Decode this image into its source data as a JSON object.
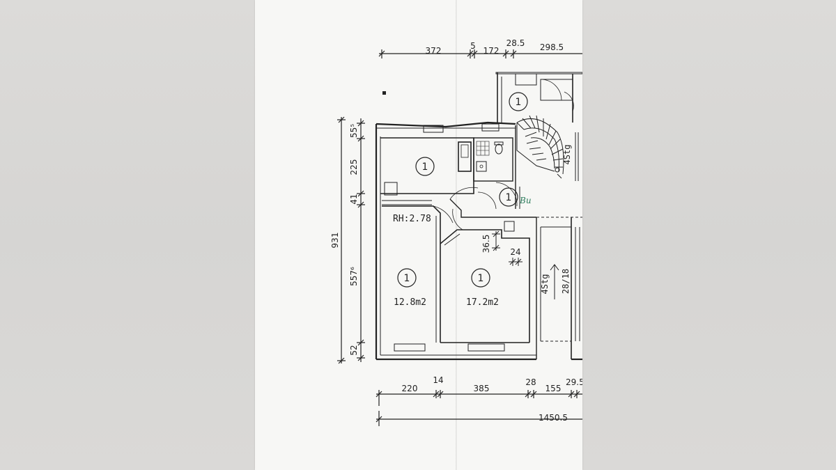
{
  "dimensions": {
    "top": [
      "372",
      "5",
      "172",
      "28.5",
      "298.5"
    ],
    "bottom": [
      "220",
      "14",
      "385",
      "28",
      "155",
      "29.5"
    ],
    "total_width": "1450.5",
    "left_outer": "931",
    "left_inner": [
      "55⁵",
      "225",
      "41",
      "557⁶",
      "52"
    ],
    "interior": [
      "36.5",
      "24"
    ]
  },
  "rooms": {
    "room_number": "1",
    "kitchen_area": "",
    "left_room_area": "12.8m2",
    "right_room_area": "17.2m2",
    "room_height": "RH:2.78"
  },
  "stairs": {
    "upper_label": "4Stg",
    "lower_label": "4Stg",
    "lower_ratio": "28/18"
  },
  "handwritten_note": "Bu"
}
